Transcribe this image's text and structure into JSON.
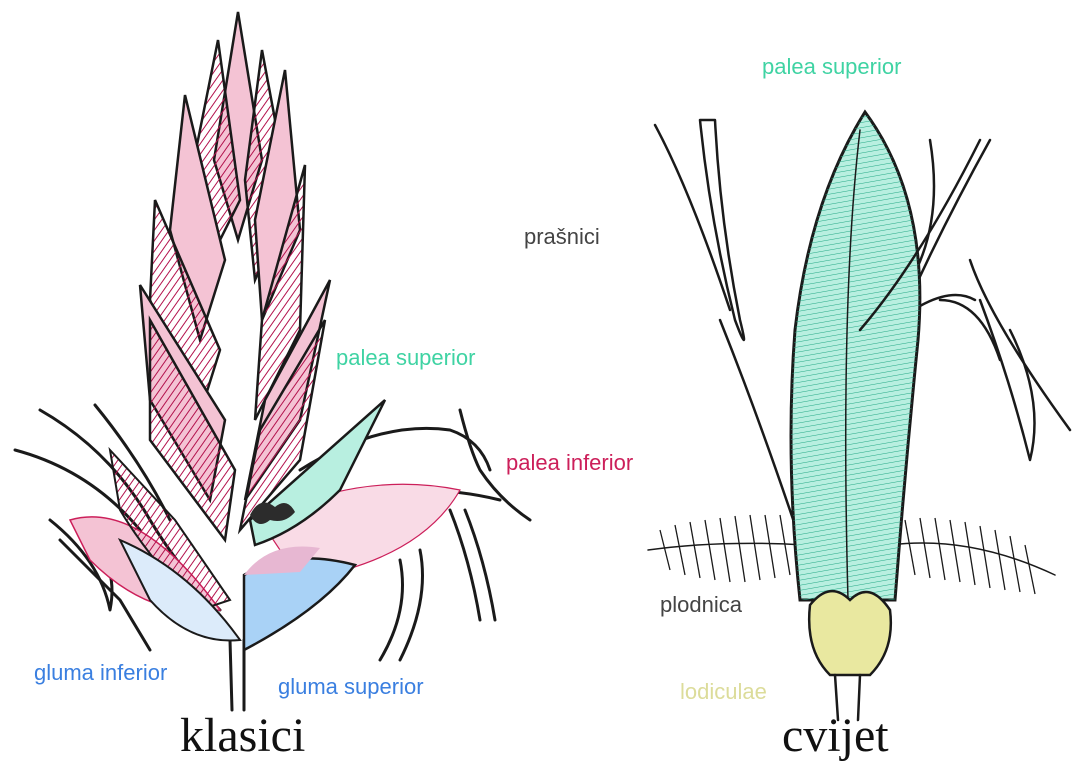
{
  "colors": {
    "pink": "#cc1f5a",
    "pink_fill": "#f4c3d4",
    "teal": "#3fd3a3",
    "teal_fill": "#b8efe0",
    "blue": "#3a7fe0",
    "blue_fill": "#a9d2f6",
    "yellow_fill": "#e9e8a0",
    "label_gray": "#444444"
  },
  "spikelet": {
    "caption": "klasici",
    "labels": {
      "palea_superior": "palea superior",
      "palea_inferior": "palea inferior",
      "gluma_inferior": "gluma inferior",
      "gluma_superior": "gluma superior"
    }
  },
  "flower": {
    "caption": "cvijet",
    "labels": {
      "palea_superior": "palea superior",
      "prasnici": "prašnici",
      "plodnica": "plodnica",
      "lodiculae": "lodiculae"
    }
  }
}
